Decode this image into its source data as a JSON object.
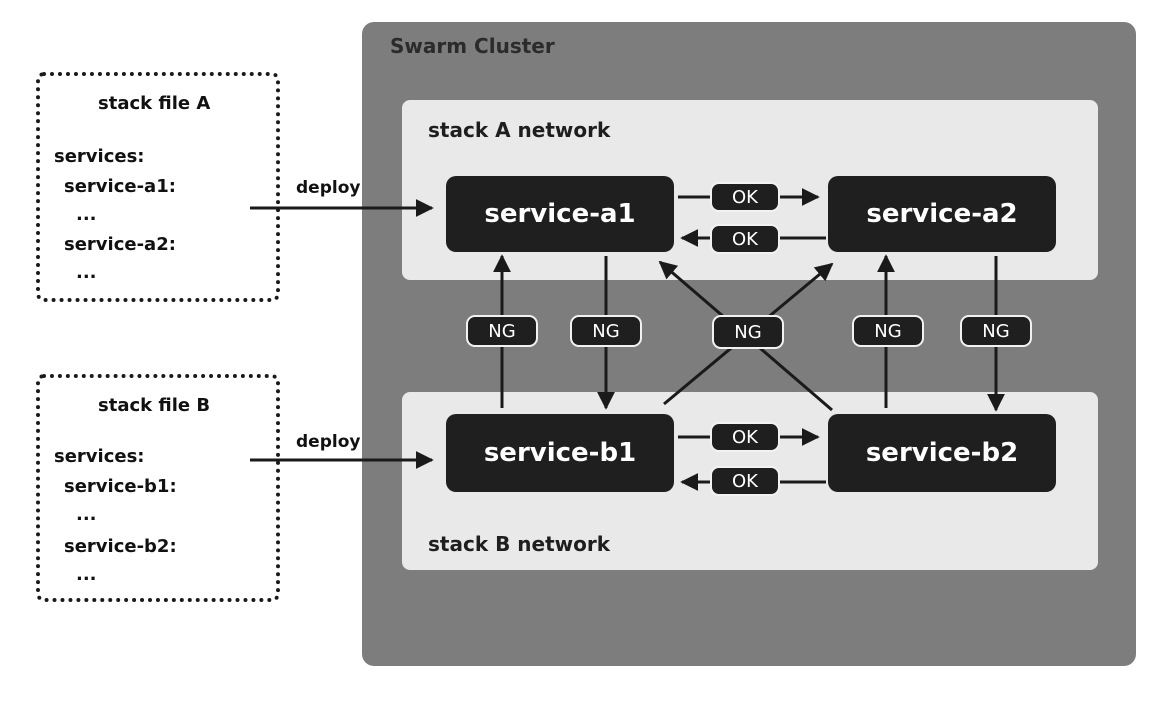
{
  "stack_file_a": {
    "title": "stack file A",
    "lines": [
      "services:",
      "service-a1:",
      "...",
      "service-a2:",
      "..."
    ]
  },
  "stack_file_b": {
    "title": "stack file B",
    "lines": [
      "services:",
      "service-b1:",
      "...",
      "service-b2:",
      "..."
    ]
  },
  "deploy_label": "deploy",
  "cluster": {
    "title": "Swarm Cluster",
    "network_a": "stack A network",
    "network_b": "stack B network",
    "services": {
      "a1": "service-a1",
      "a2": "service-a2",
      "b1": "service-b1",
      "b2": "service-b2"
    },
    "ok_label": "OK",
    "ng_label": "NG"
  }
}
